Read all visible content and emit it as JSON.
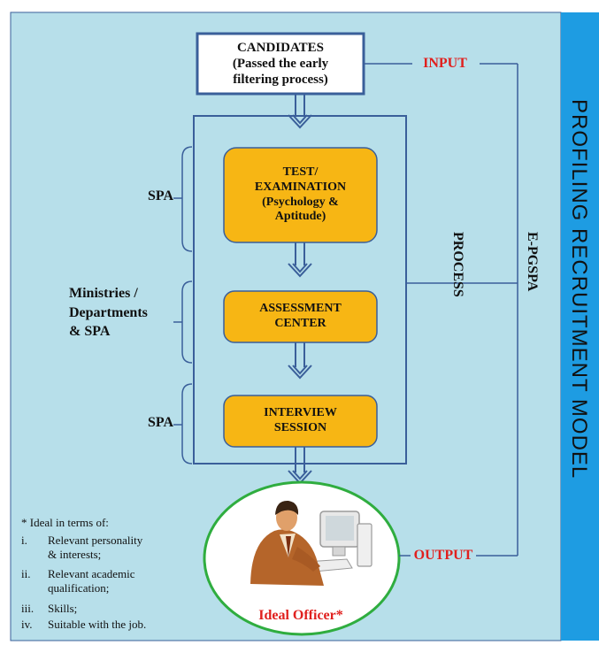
{
  "diagram": {
    "title": "PROFILING RECRUITMENT MODEL",
    "input": {
      "box": "CANDIDATES\n(Passed the early\nfiltering process)",
      "label": "INPUT"
    },
    "process": {
      "label": "PROCESS",
      "system": "E-PGSPA",
      "steps": [
        {
          "label": "TEST/\nEXAMINATION\n(Psychology &\nAptitude)",
          "agency": "SPA"
        },
        {
          "label": "ASSESSMENT\nCENTER",
          "agency": "Ministries /\nDepartments\n& SPA"
        },
        {
          "label": "INTERVIEW\nSESSION",
          "agency": "SPA"
        }
      ]
    },
    "output": {
      "label": "OUTPUT",
      "result": "Ideal Officer*"
    },
    "footnote": {
      "heading": "* Ideal in terms of:",
      "items": [
        {
          "num": "i.",
          "text": "Relevant personality\n& interests;"
        },
        {
          "num": "ii.",
          "text": "Relevant academic\nqualification;"
        },
        {
          "num": "iii.",
          "text": "Skills;"
        },
        {
          "num": "iv.",
          "text": "Suitable with the job."
        }
      ]
    }
  },
  "colors": {
    "panel_bg": "#b7dfea",
    "title_bar": "#1e9ce2",
    "step_fill": "#f7b614",
    "line_blue": "#3a5f9a",
    "output_circle": "#2fad3f",
    "label_red": "#e0201e"
  },
  "icons": {
    "officer": "person-at-computer-icon"
  }
}
